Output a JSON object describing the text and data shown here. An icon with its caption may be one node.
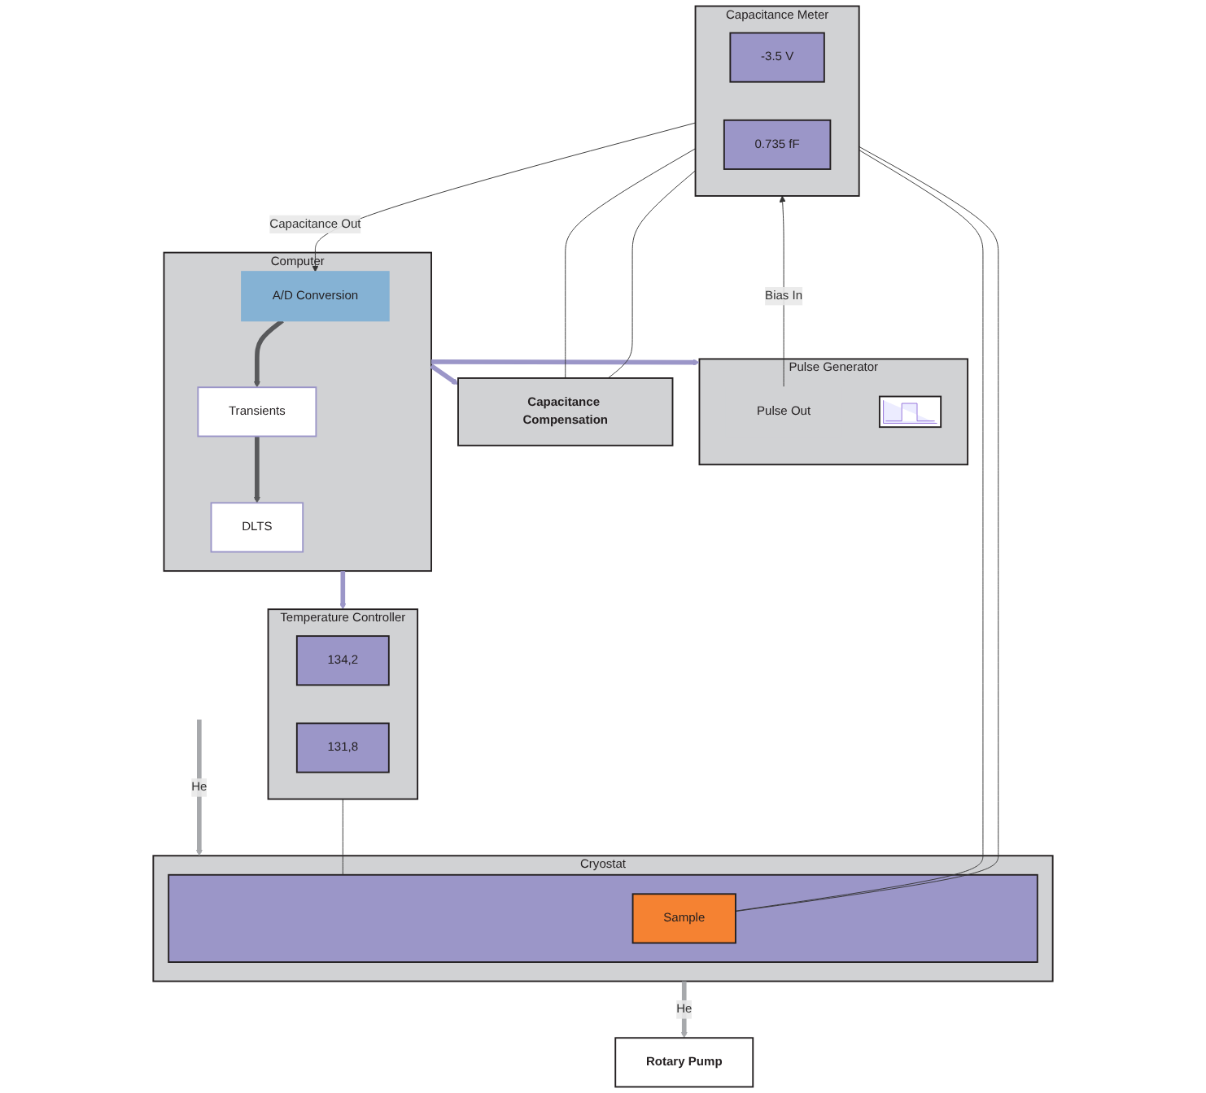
{
  "diagram": {
    "nodes": [
      {
        "text": [
          "Capacitance Meter"
        ]
      },
      {
        "text": [
          "-3.5 V"
        ],
        "in": 0
      },
      {
        "text": [
          "0.735 fF"
        ],
        "in": 0
      },
      {
        "text": [
          "Pulse Generator"
        ]
      },
      {
        "text": [
          "Pulse Out"
        ],
        "in": 3
      },
      {
        "text": [],
        "shape": "picture",
        "in": 3
      },
      {
        "text": [
          "Capacitance Compensation"
        ]
      },
      {
        "text": [
          "Cryostat"
        ]
      },
      {
        "text": [],
        "shape": "box",
        "in": 7
      },
      {
        "text": [
          "Sample"
        ],
        "in": 8
      },
      {
        "text": [
          "Temperature Controller"
        ]
      },
      {
        "text": [
          "134,2"
        ],
        "in": 10
      },
      {
        "text": [
          "131,8"
        ],
        "in": 10
      },
      {
        "text": [
          "Computer"
        ]
      },
      {
        "text": [
          "A/D Conversion"
        ],
        "in": 13
      },
      {
        "text": [
          "Transients"
        ],
        "in": 13
      },
      {
        "text": [
          "DLTS"
        ],
        "in": 13
      },
      {
        "text": [
          "Rotary Pump"
        ]
      }
    ],
    "edges": [
      {
        "from": 4,
        "to": 0,
        "arrow": "to",
        "label": "Bias In"
      },
      {
        "from": 0,
        "to": 14,
        "arrow": "to",
        "label": "Capacitance Out"
      },
      {
        "from": 13,
        "to": 3,
        "arrow": "to",
        "style": "thick",
        "color": "#9b96c8"
      },
      {
        "from": 13,
        "to": 6,
        "arrow": "to",
        "style": "thick",
        "color": "#9b96c8"
      },
      {
        "from": 13,
        "to": 10,
        "arrow": "to",
        "style": "thick",
        "color": "#9b96c8"
      },
      {
        "from": 14,
        "to": 15,
        "arrow": "to",
        "style": "thick",
        "color": "#58595b"
      },
      {
        "from": 15,
        "to": 16,
        "arrow": "to",
        "style": "thick",
        "color": "#58595b"
      },
      {
        "from": 0,
        "to": 9,
        "arrow": "none"
      },
      {
        "from": 0,
        "to": 9,
        "arrow": "none"
      },
      {
        "from": 0,
        "to": 6,
        "arrow": "none"
      },
      {
        "from": 0,
        "to": 6,
        "arrow": "none"
      },
      {
        "from": 10,
        "to": 8,
        "arrow": "none"
      },
      {
        "from": null,
        "to": 7,
        "arrow": "to",
        "label": "He",
        "style": "thick",
        "color": "#a7a9ac"
      },
      {
        "from": 7,
        "to": 17,
        "arrow": "to",
        "label": "He",
        "style": "thick",
        "color": "#a7a9ac"
      }
    ]
  }
}
